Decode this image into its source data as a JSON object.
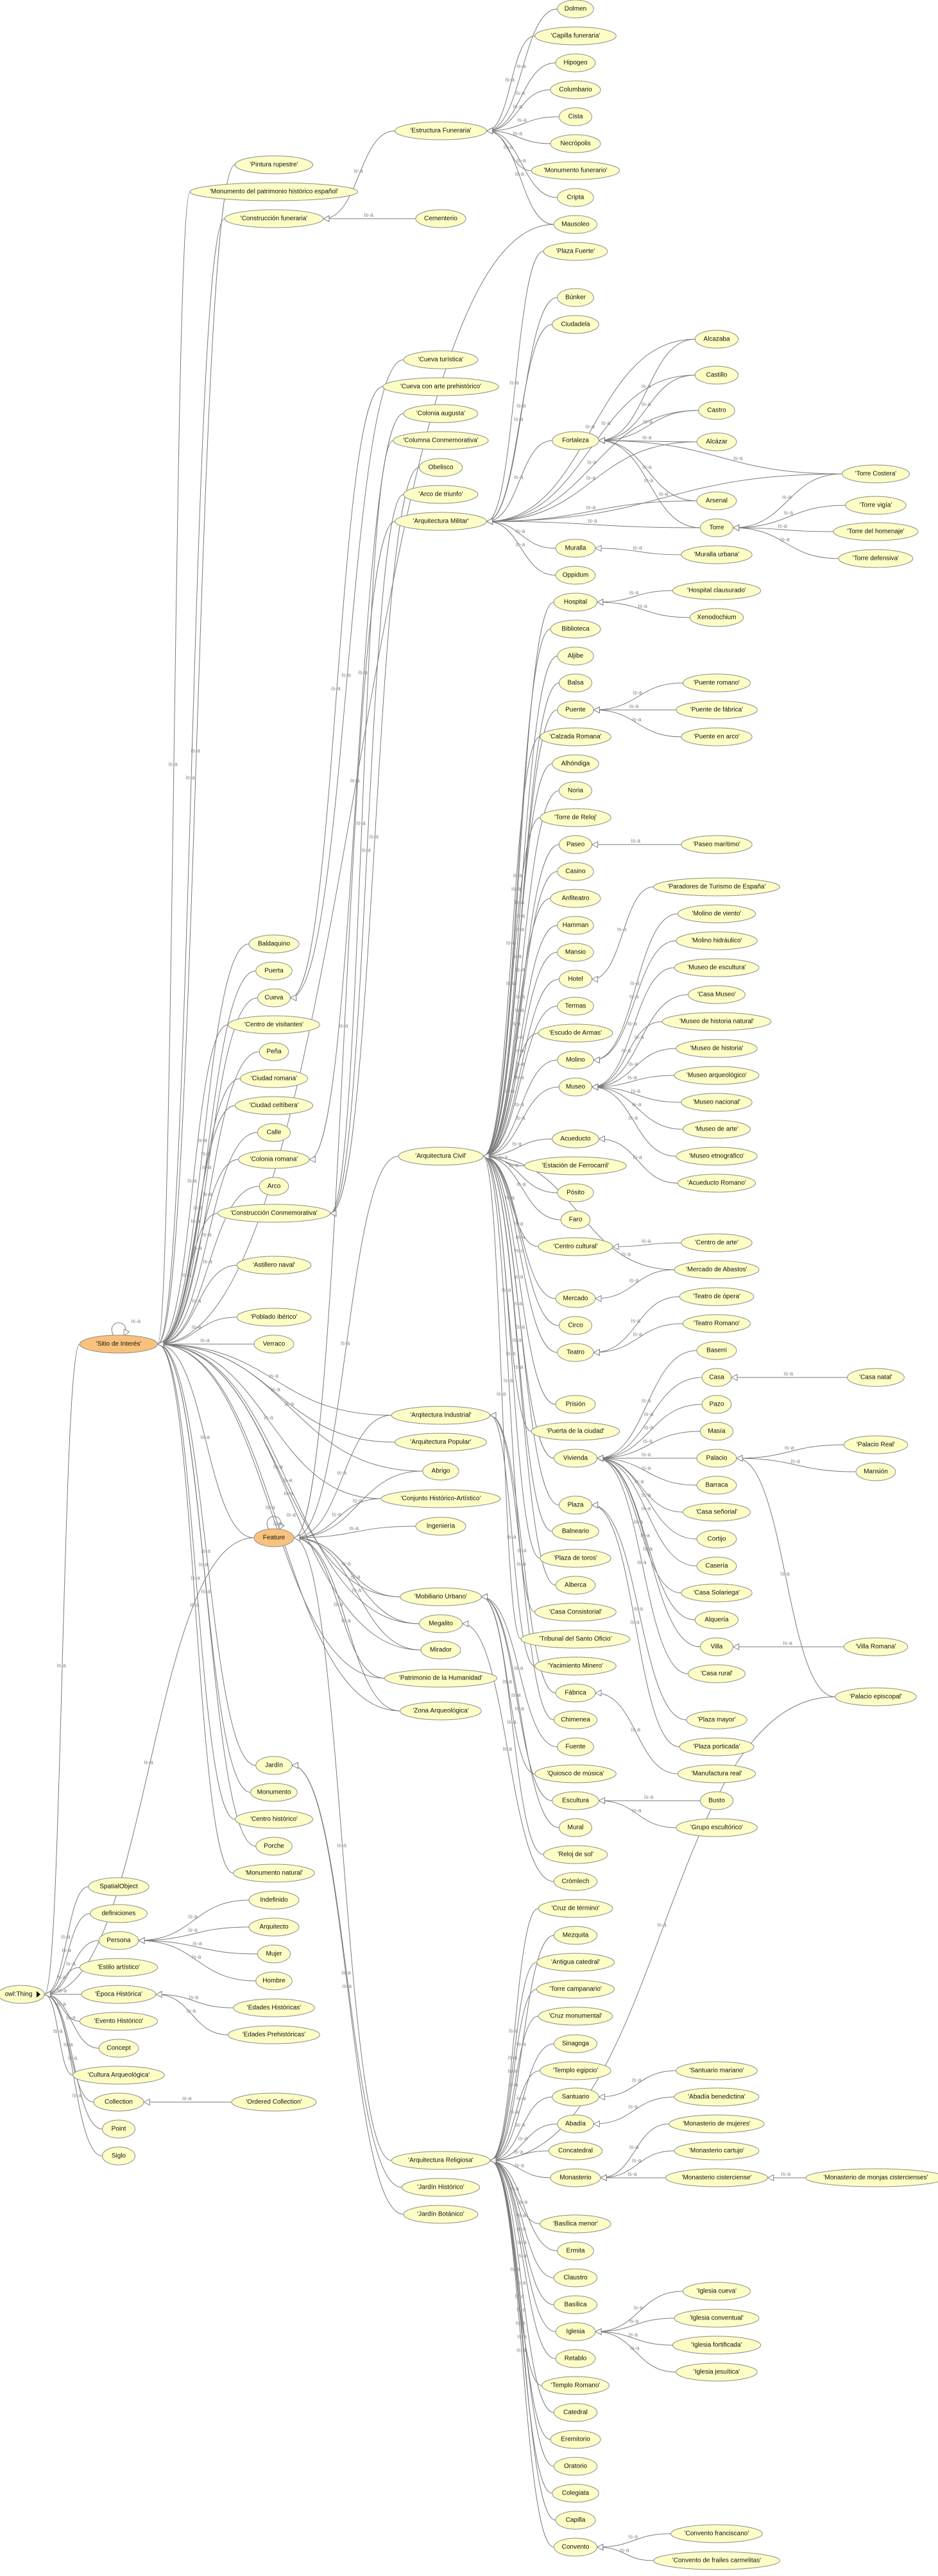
{
  "graph": {
    "edge_label": "is-a",
    "colors": {
      "node": "#fdfdc6",
      "highlight": "#f9c27c",
      "edge": "#7a7a7a"
    },
    "expand_icon": "triangle-right-icon",
    "nodes": [
      {
        "label": "owl:Thing",
        "highlight": false
      },
      {
        "label": "'Sitio de Interés'",
        "highlight": true
      },
      {
        "label": "Feature",
        "highlight": true
      },
      {
        "label": "SpatialObject"
      },
      {
        "label": "definiciones"
      },
      {
        "label": "Persona"
      },
      {
        "label": "'Estilo artístico'"
      },
      {
        "label": "'Época Histórica'"
      },
      {
        "label": "'Evento Histórico'"
      },
      {
        "label": "Concept"
      },
      {
        "label": "'Cultura Arqueológica'"
      },
      {
        "label": "Collection"
      },
      {
        "label": "Point"
      },
      {
        "label": "Siglo"
      },
      {
        "label": "Indefinido"
      },
      {
        "label": "Arquitecto"
      },
      {
        "label": "Mujer"
      },
      {
        "label": "Hombre"
      },
      {
        "label": "'Edades Históricas'"
      },
      {
        "label": "'Edades Prehistóricas'"
      },
      {
        "label": "'Ordered Collection'"
      },
      {
        "label": "'Pintura rupestre'"
      },
      {
        "label": "'Monumento del patrimonio histórico español'"
      },
      {
        "label": "'Construcción funeraria'"
      },
      {
        "label": "Baldaquino"
      },
      {
        "label": "Puerta"
      },
      {
        "label": "Cueva"
      },
      {
        "label": "'Centro de visitantes'"
      },
      {
        "label": "Peña"
      },
      {
        "label": "'Ciudad romana'"
      },
      {
        "label": "'Ciudad celtíbera'"
      },
      {
        "label": "Calle"
      },
      {
        "label": "'Colonia romana'"
      },
      {
        "label": "Arco"
      },
      {
        "label": "'Construcción Conmemorativa'"
      },
      {
        "label": "'Astillero naval'"
      },
      {
        "label": "'Poblado ibérico'"
      },
      {
        "label": "Verraco"
      },
      {
        "label": "Jardín"
      },
      {
        "label": "Monumento"
      },
      {
        "label": "'Centro histórico'"
      },
      {
        "label": "Porche"
      },
      {
        "label": "'Monumento natural'"
      },
      {
        "label": "'Estructura Funeraria'"
      },
      {
        "label": "Cementerio"
      },
      {
        "label": "'Cueva turística'"
      },
      {
        "label": "'Cueva con arte prehistórico'"
      },
      {
        "label": "'Colonia augusta'"
      },
      {
        "label": "'Columna Conmemorativa'"
      },
      {
        "label": "Obelisco"
      },
      {
        "label": "'Arco de triunfo'"
      },
      {
        "label": "'Arquitectura Militar'"
      },
      {
        "label": "'Arquitectura Civil'"
      },
      {
        "label": "'Arqitectura Industrial'"
      },
      {
        "label": "'Arquitectura Popular'"
      },
      {
        "label": "Abrigo"
      },
      {
        "label": "'Conjunto Histórico-Artístico'"
      },
      {
        "label": "Ingeniería"
      },
      {
        "label": "'Mobiliario Urbano'"
      },
      {
        "label": "Megalito"
      },
      {
        "label": "Mirador"
      },
      {
        "label": "'Patrimonio de la Humanidad'"
      },
      {
        "label": "'Zona Arqueológica'"
      },
      {
        "label": "'Arquitectura Religiosa'"
      },
      {
        "label": "'Jardín Histórico'"
      },
      {
        "label": "'Jardín Botánico'"
      },
      {
        "label": "Dolmen"
      },
      {
        "label": "'Capilla funeraria'"
      },
      {
        "label": "Hipogeo"
      },
      {
        "label": "Columbario"
      },
      {
        "label": "Cista"
      },
      {
        "label": "Necrópolis"
      },
      {
        "label": "'Monumento funerario'"
      },
      {
        "label": "Cripta"
      },
      {
        "label": "Mausoleo"
      },
      {
        "label": "'Plaza Fuerte'"
      },
      {
        "label": "Búnker"
      },
      {
        "label": "Ciudadela"
      },
      {
        "label": "Fortaleza"
      },
      {
        "label": "Muralla"
      },
      {
        "label": "Oppidum"
      },
      {
        "label": "Alcazaba"
      },
      {
        "label": "Castillo"
      },
      {
        "label": "Castro"
      },
      {
        "label": "Alcázar"
      },
      {
        "label": "Arsenal"
      },
      {
        "label": "Torre"
      },
      {
        "label": "'Muralla urbana'"
      },
      {
        "label": "'Torre Costera'"
      },
      {
        "label": "'Torre vigía'"
      },
      {
        "label": "'Torre del homenaje'"
      },
      {
        "label": "'Torre defensiva'"
      },
      {
        "label": "Hospital"
      },
      {
        "label": "'Hospital clausurado'"
      },
      {
        "label": "Xenodochium"
      },
      {
        "label": "Biblioteca"
      },
      {
        "label": "Aljibe"
      },
      {
        "label": "Balsa"
      },
      {
        "label": "Puente"
      },
      {
        "label": "'Puente romano'"
      },
      {
        "label": "'Puente de fábrica'"
      },
      {
        "label": "'Puente en arco'"
      },
      {
        "label": "'Calzada Romana'"
      },
      {
        "label": "Alhóndiga"
      },
      {
        "label": "Noria"
      },
      {
        "label": "'Torre de Reloj'"
      },
      {
        "label": "Paseo"
      },
      {
        "label": "'Paseo marítimo'"
      },
      {
        "label": "Casino"
      },
      {
        "label": "Anfiteatro"
      },
      {
        "label": "Hamman"
      },
      {
        "label": "Mansio"
      },
      {
        "label": "Hotel"
      },
      {
        "label": "'Paradores de Turismo de España'"
      },
      {
        "label": "Termas"
      },
      {
        "label": "'Escudo de Armas'"
      },
      {
        "label": "Molino"
      },
      {
        "label": "'Molino de viento'"
      },
      {
        "label": "'Molino hidráulico'"
      },
      {
        "label": "Museo"
      },
      {
        "label": "'Museo de escultura'"
      },
      {
        "label": "'Casa Museo'"
      },
      {
        "label": "'Museo de historia natural'"
      },
      {
        "label": "'Museo de historia'"
      },
      {
        "label": "'Museo arqueológico'"
      },
      {
        "label": "'Museo nacional'"
      },
      {
        "label": "'Museo de arte'"
      },
      {
        "label": "'Museo etnográfico'"
      },
      {
        "label": "Acueducto"
      },
      {
        "label": "'Acueducto Romano'"
      },
      {
        "label": "'Estación de Ferrocarril'"
      },
      {
        "label": "Pósito"
      },
      {
        "label": "Faro"
      },
      {
        "label": "'Centro cultural'"
      },
      {
        "label": "'Centro de arte'"
      },
      {
        "label": "'Mercado de Abastos'"
      },
      {
        "label": "Mercado"
      },
      {
        "label": "Circo"
      },
      {
        "label": "Teatro"
      },
      {
        "label": "'Teatro de ópera'"
      },
      {
        "label": "'Teatro Romano'"
      },
      {
        "label": "Prisión"
      },
      {
        "label": "'Puerta de la ciudad'"
      },
      {
        "label": "Vivienda"
      },
      {
        "label": "Baserri"
      },
      {
        "label": "Casa"
      },
      {
        "label": "'Casa natal'"
      },
      {
        "label": "Pazo"
      },
      {
        "label": "Masía"
      },
      {
        "label": "Palacio"
      },
      {
        "label": "'Palacio Real'"
      },
      {
        "label": "Mansión"
      },
      {
        "label": "Barraca"
      },
      {
        "label": "'Casa señorial'"
      },
      {
        "label": "Cortijo"
      },
      {
        "label": "Casería"
      },
      {
        "label": "'Casa Solariega'"
      },
      {
        "label": "Alquería"
      },
      {
        "label": "Villa"
      },
      {
        "label": "'Villa Romana'"
      },
      {
        "label": "'Casa rural'"
      },
      {
        "label": "'Palacio episcopal'"
      },
      {
        "label": "Plaza"
      },
      {
        "label": "'Plaza mayor'"
      },
      {
        "label": "'Plaza porticada'"
      },
      {
        "label": "Balneario"
      },
      {
        "label": "'Plaza de toros'"
      },
      {
        "label": "Alberca"
      },
      {
        "label": "'Casa Consistorial'"
      },
      {
        "label": "'Tribunal del Santo Oficio'"
      },
      {
        "label": "'Yacimiento Minero'"
      },
      {
        "label": "Fábrica"
      },
      {
        "label": "'Manufactura real'"
      },
      {
        "label": "Chimenea"
      },
      {
        "label": "Fuente"
      },
      {
        "label": "'Quiosco de música'"
      },
      {
        "label": "Escultura"
      },
      {
        "label": "Busto"
      },
      {
        "label": "'Grupo escultórico'"
      },
      {
        "label": "Mural"
      },
      {
        "label": "'Reloj de sol'"
      },
      {
        "label": "Crómlech"
      },
      {
        "label": "'Cruz de término'"
      },
      {
        "label": "Mezquita"
      },
      {
        "label": "'Antigua catedral'"
      },
      {
        "label": "'Torre campanario'"
      },
      {
        "label": "'Cruz monumental'"
      },
      {
        "label": "Sinagoga"
      },
      {
        "label": "'Templo egipcio'"
      },
      {
        "label": "Santuario"
      },
      {
        "label": "'Santuario mariano'"
      },
      {
        "label": "Abadía"
      },
      {
        "label": "'Abadía benedictina'"
      },
      {
        "label": "Concatedral"
      },
      {
        "label": "Monasterio"
      },
      {
        "label": "'Monasterio de mujeres'"
      },
      {
        "label": "'Monasterio cartujo'"
      },
      {
        "label": "'Monasterio cisterciense'"
      },
      {
        "label": "'Monasterio de monjas cistercienses'"
      },
      {
        "label": "'Basílica menor'"
      },
      {
        "label": "Ermita"
      },
      {
        "label": "Claustro"
      },
      {
        "label": "Basílica"
      },
      {
        "label": "Iglesia"
      },
      {
        "label": "'Iglesia cueva'"
      },
      {
        "label": "'Iglesia conventual'"
      },
      {
        "label": "'Iglesia fortificada'"
      },
      {
        "label": "'Iglesia jesuítica'"
      },
      {
        "label": "Retablo"
      },
      {
        "label": "'Templo Romano'"
      },
      {
        "label": "Catedral"
      },
      {
        "label": "Eremitorio"
      },
      {
        "label": "Oratorio"
      },
      {
        "label": "Colegiata"
      },
      {
        "label": "Capilla"
      },
      {
        "label": "Convento"
      },
      {
        "label": "'Convento franciscano'"
      },
      {
        "label": "'Convento de frailes carmelitas'"
      }
    ],
    "hierarchy": {
      "owl:Thing": [
        "'Sitio de Interés'",
        "Feature",
        "SpatialObject",
        "definiciones",
        "Persona",
        "'Estilo artístico'",
        "'Época Histórica'",
        "'Evento Histórico'",
        "Concept",
        "'Cultura Arqueológica'",
        "Collection",
        "Point",
        "Siglo"
      ],
      "Persona": [
        "Indefinido",
        "Arquitecto",
        "Mujer",
        "Hombre"
      ],
      "'Época Histórica'": [
        "'Edades Históricas'",
        "'Edades Prehistóricas'"
      ],
      "Collection": [
        "'Ordered Collection'"
      ],
      "'Sitio de Interés'": [
        "'Sitio de Interés'",
        "Feature",
        "'Pintura rupestre'",
        "'Monumento del patrimonio histórico español'",
        "'Construcción funeraria'",
        "Baldaquino",
        "Puerta",
        "Cueva",
        "'Centro de visitantes'",
        "Peña",
        "'Ciudad romana'",
        "'Ciudad celtíbera'",
        "Calle",
        "'Colonia romana'",
        "Arco",
        "'Construcción Conmemorativa'",
        "'Astillero naval'",
        "'Poblado ibérico'",
        "Verraco",
        "Jardín",
        "Monumento",
        "'Centro histórico'",
        "Porche",
        "'Monumento natural'",
        "'Arqitectura Industrial'",
        "'Arquitectura Popular'",
        "Abrigo",
        "'Conjunto Histórico-Artístico'",
        "'Mobiliario Urbano'",
        "Megalito",
        "Mirador",
        "'Patrimonio de la Humanidad'",
        "'Zona Arqueológica'",
        "Mausoleo"
      ],
      "Feature": [
        "Feature",
        "'Arquitectura Militar'",
        "'Arquitectura Civil'",
        "'Arquitectura Religiosa'",
        "Ingeniería",
        "'Arqitectura Industrial'",
        "Abrigo",
        "'Conjunto Histórico-Artístico'",
        "'Mobiliario Urbano'",
        "Megalito",
        "Mirador",
        "'Patrimonio de la Humanidad'",
        "'Zona Arqueológica'"
      ],
      "'Construcción funeraria'": [
        "'Estructura Funeraria'",
        "Cementerio"
      ],
      "'Estructura Funeraria'": [
        "Dolmen",
        "'Capilla funeraria'",
        "Hipogeo",
        "Columbario",
        "Cista",
        "Necrópolis",
        "'Monumento funerario'",
        "Cripta",
        "Mausoleo"
      ],
      "Cueva": [
        "'Cueva turística'",
        "'Cueva con arte prehistórico'"
      ],
      "'Colonia romana'": [
        "'Colonia augusta'"
      ],
      "'Construcción Conmemorativa'": [
        "'Columna Conmemorativa'",
        "Obelisco",
        "'Arco de triunfo'"
      ],
      "Jardín": [
        "'Jardín Histórico'",
        "'Jardín Botánico'"
      ],
      "'Arquitectura Militar'": [
        "'Plaza Fuerte'",
        "Búnker",
        "Ciudadela",
        "Alcazaba",
        "Castillo",
        "Castro",
        "Fortaleza",
        "Alcázar",
        "Arsenal",
        "Torre",
        "Muralla",
        "Oppidum",
        "'Torre Costera'"
      ],
      "Fortaleza": [
        "Alcazaba",
        "Castillo",
        "Castro",
        "Alcázar",
        "Arsenal",
        "Torre",
        "'Torre Costera'"
      ],
      "Torre": [
        "'Torre Costera'",
        "'Torre vigía'",
        "'Torre del homenaje'",
        "'Torre defensiva'"
      ],
      "Muralla": [
        "'Muralla urbana'"
      ],
      "'Arquitectura Civil'": [
        "Hospital",
        "Biblioteca",
        "Aljibe",
        "Balsa",
        "Puente",
        "'Calzada Romana'",
        "Alhóndiga",
        "Noria",
        "'Torre de Reloj'",
        "Paseo",
        "Casino",
        "Anfiteatro",
        "Hamman",
        "Mansio",
        "Hotel",
        "Termas",
        "'Escudo de Armas'",
        "Molino",
        "Museo",
        "Acueducto",
        "'Estación de Ferrocarril'",
        "Pósito",
        "Faro",
        "'Centro cultural'",
        "'Mercado de Abastos'",
        "Mercado",
        "Circo",
        "Teatro",
        "Prisión",
        "'Puerta de la ciudad'",
        "Vivienda",
        "Plaza",
        "Balneario",
        "'Plaza de toros'",
        "Alberca",
        "'Casa Consistorial'",
        "'Tribunal del Santo Oficio'"
      ],
      "Hospital": [
        "'Hospital clausurado'",
        "Xenodochium"
      ],
      "Puente": [
        "'Puente romano'",
        "'Puente de fábrica'",
        "'Puente en arco'"
      ],
      "Paseo": [
        "'Paseo marítimo'"
      ],
      "Hotel": [
        "'Paradores de Turismo de España'"
      ],
      "Molino": [
        "'Molino de viento'",
        "'Molino hidráulico'"
      ],
      "Museo": [
        "'Museo de escultura'",
        "'Casa Museo'",
        "'Museo de historia natural'",
        "'Museo de historia'",
        "'Museo arqueológico'",
        "'Museo nacional'",
        "'Museo de arte'",
        "'Museo etnográfico'"
      ],
      "Acueducto": [
        "'Acueducto Romano'"
      ],
      "'Centro cultural'": [
        "'Centro de arte'"
      ],
      "Mercado": [
        "'Mercado de Abastos'"
      ],
      "Teatro": [
        "'Teatro de ópera'",
        "'Teatro Romano'"
      ],
      "Vivienda": [
        "Baserri",
        "Casa",
        "Pazo",
        "Masía",
        "Palacio",
        "Barraca",
        "'Casa señorial'",
        "Cortijo",
        "Casería",
        "'Casa Solariega'",
        "Alquería",
        "Villa",
        "'Casa rural'"
      ],
      "Casa": [
        "'Casa natal'"
      ],
      "Palacio": [
        "'Palacio Real'",
        "Mansión",
        "'Palacio episcopal'"
      ],
      "Villa": [
        "'Villa Romana'"
      ],
      "Plaza": [
        "'Plaza mayor'",
        "'Plaza porticada'"
      ],
      "'Arqitectura Industrial'": [
        "'Yacimiento Minero'",
        "Fábrica",
        "Chimenea"
      ],
      "Fábrica": [
        "'Manufactura real'"
      ],
      "'Mobiliario Urbano'": [
        "Fuente",
        "'Quiosco de música'",
        "Escultura",
        "Mural",
        "'Reloj de sol'"
      ],
      "Escultura": [
        "Busto",
        "'Grupo escultórico'"
      ],
      "Megalito": [
        "Crómlech"
      ],
      "'Arquitectura Religiosa'": [
        "'Cruz de término'",
        "Mezquita",
        "'Antigua catedral'",
        "'Torre campanario'",
        "'Cruz monumental'",
        "Sinagoga",
        "'Templo egipcio'",
        "Santuario",
        "Abadía",
        "Concatedral",
        "Monasterio",
        "'Palacio episcopal'",
        "'Basílica menor'",
        "Ermita",
        "Claustro",
        "Basílica",
        "Iglesia",
        "Retablo",
        "'Templo Romano'",
        "Catedral",
        "Eremitorio",
        "Oratorio",
        "Colegiata",
        "Capilla",
        "Convento"
      ],
      "Santuario": [
        "'Santuario mariano'"
      ],
      "Abadía": [
        "'Abadía benedictina'"
      ],
      "Monasterio": [
        "'Monasterio de mujeres'",
        "'Monasterio cartujo'",
        "'Monasterio cisterciense'"
      ],
      "'Monasterio cisterciense'": [
        "'Monasterio de monjas cistercienses'"
      ],
      "Iglesia": [
        "'Iglesia cueva'",
        "'Iglesia conventual'",
        "'Iglesia fortificada'",
        "'Iglesia jesuítica'"
      ],
      "Convento": [
        "'Convento franciscano'",
        "'Convento de frailes carmelitas'"
      ]
    }
  }
}
